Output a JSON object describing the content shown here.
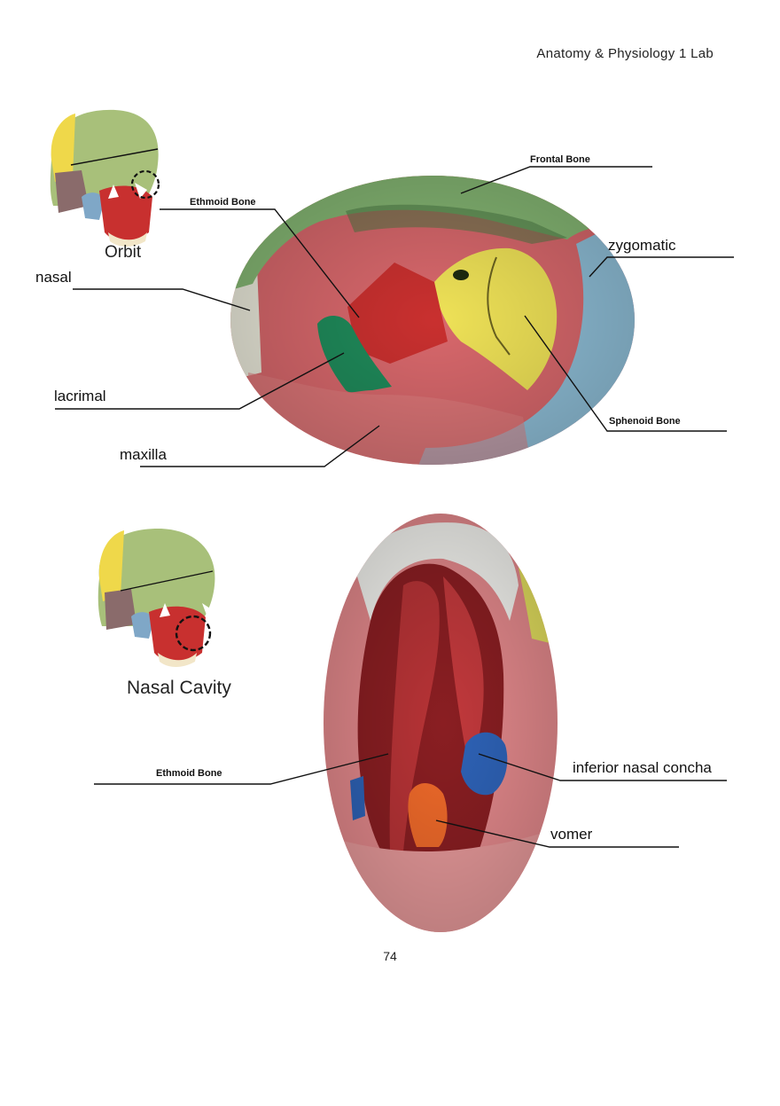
{
  "header": {
    "title": "Anatomy & Physiology 1 Lab"
  },
  "orbit_figure": {
    "caption": "Orbit",
    "labels": {
      "frontal": "Frontal Bone",
      "ethmoid": "Ethmoid Bone",
      "zygomatic": "zygomatic",
      "nasal": "nasal",
      "lacrimal": "lacrimal",
      "maxilla": "maxilla",
      "sphenoid": "Sphenoid Bone"
    }
  },
  "nasal_figure": {
    "caption": "Nasal Cavity",
    "labels": {
      "ethmoid": "Ethmoid Bone",
      "inferior_concha": "inferior nasal concha",
      "vomer": "vomer"
    }
  },
  "colors": {
    "frontal": "#86b874",
    "ethmoid_orbit": "#c9302f",
    "sphenoid": "#efe257",
    "zygomatic": "#8fbfd8",
    "maxilla": "#d9686c",
    "lacrimal": "#1f8a5a",
    "nasal": "#ecebdc",
    "parietal": "#a8c07a",
    "vomer": "#f06a2a",
    "concha": "#2e63b8"
  },
  "footer": {
    "page_number": "74"
  }
}
